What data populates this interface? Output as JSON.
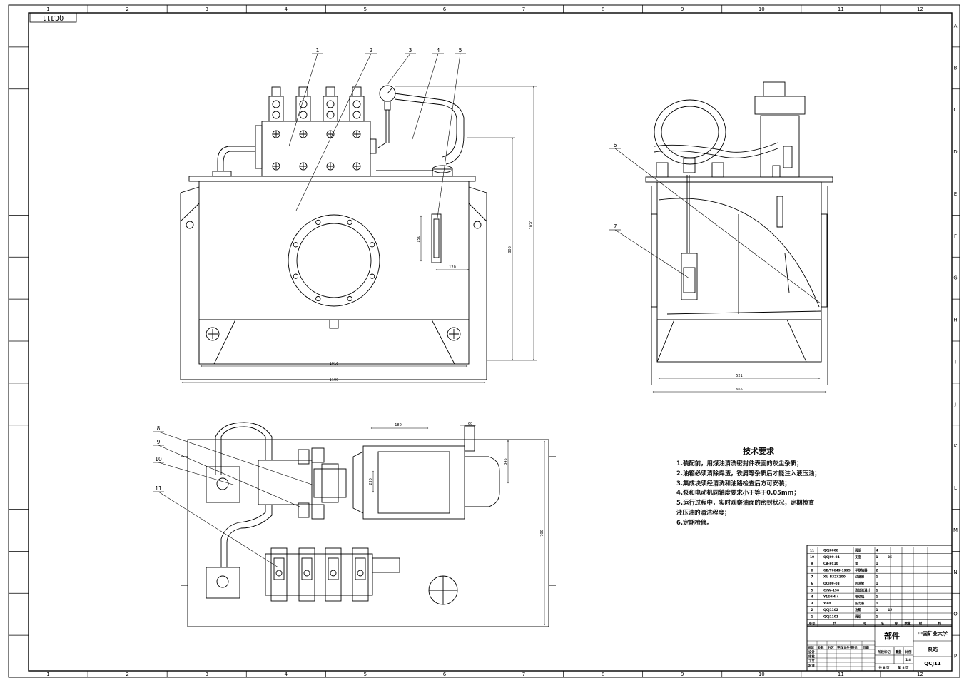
{
  "drawing": {
    "code_box": "QCJ11",
    "grid_columns": [
      "1",
      "2",
      "3",
      "4",
      "5",
      "6",
      "7",
      "8",
      "9",
      "10",
      "11",
      "12"
    ],
    "grid_rows": [
      "A",
      "B",
      "C",
      "D",
      "E",
      "F",
      "G",
      "H",
      "I",
      "J",
      "K",
      "L",
      "M",
      "N",
      "O",
      "P"
    ]
  },
  "callouts": [
    "1",
    "2",
    "3",
    "4",
    "5",
    "6",
    "7",
    "8",
    "9",
    "10",
    "11"
  ],
  "dimensions": {
    "front_width_inner": "1016",
    "front_width_outer": "1190",
    "front_height_total": "1020",
    "front_height_tank": "806",
    "gauge_height": "150",
    "gauge_offset": "120",
    "side_width_inner": "521",
    "side_width_outer": "665",
    "plan_motor": "180",
    "plan_edge": "60",
    "plan_side": "345",
    "plan_depth": "700",
    "plan_small": "230"
  },
  "tech_requirements": {
    "title": "技术要求",
    "items": [
      "1.装配前，用煤油清洗密封件表面的灰尘杂质；",
      "2.油箱必须清除焊渣，铁屑等杂质后才能注入液压油；",
      "3.集成块须经清洗和油路检查后方可安装；",
      "4.泵和电动机同轴度要求小于等于0.05mm；",
      "5.运行过程中，实时观察油面的密封状况，定期检查",
      "液压油的清洁程度；",
      "6.定期检修。"
    ]
  },
  "parts_list": {
    "rows": [
      {
        "no": "11",
        "code": "QCJ0008",
        "name": "阀组",
        "qty": "4",
        "note": ""
      },
      {
        "no": "10",
        "code": "QCJ09-04",
        "name": "支座",
        "qty": "1",
        "note": "35"
      },
      {
        "no": "9",
        "code": "CB-FC10",
        "name": "泵",
        "qty": "1",
        "note": ""
      },
      {
        "no": "8",
        "code": "GB/T6849-1995",
        "name": "半联轴器",
        "qty": "2",
        "note": ""
      },
      {
        "no": "7",
        "code": "XU-B32X100",
        "name": "过滤器",
        "qty": "1",
        "note": ""
      },
      {
        "no": "6",
        "code": "QCJ09-03",
        "name": "回油管",
        "qty": "1",
        "note": ""
      },
      {
        "no": "5",
        "code": "CYW-150",
        "name": "液位液温计",
        "qty": "1",
        "note": ""
      },
      {
        "no": "4",
        "code": "Y160M-4",
        "name": "电动机",
        "qty": "1",
        "note": ""
      },
      {
        "no": "3",
        "code": "Y-60",
        "name": "压力表",
        "qty": "1",
        "note": ""
      },
      {
        "no": "2",
        "code": "QCJ1102",
        "name": "油箱",
        "qty": "1",
        "note": "45"
      },
      {
        "no": "1",
        "code": "QCJ1101",
        "name": "阀组",
        "qty": "1",
        "note": ""
      }
    ],
    "header": [
      "序号",
      "代",
      "号",
      "名",
      "称",
      "数量",
      "材",
      "料"
    ]
  },
  "title_block": {
    "part_type": "部件",
    "school": "中国矿业大学",
    "drawing_name": "泵站",
    "drawing_code": "QCJ11",
    "scale": "1:8",
    "sheets": "共 8 页",
    "sheet": "第 8 页",
    "stage_label": "阶段标记",
    "weight_label": "重量",
    "scale_label": "比例",
    "sign_rows": [
      "标记",
      "处数",
      "分区",
      "更改文件号",
      "签名",
      "日期"
    ],
    "role_rows": [
      "设计",
      "审核",
      "工艺",
      "批准"
    ]
  }
}
